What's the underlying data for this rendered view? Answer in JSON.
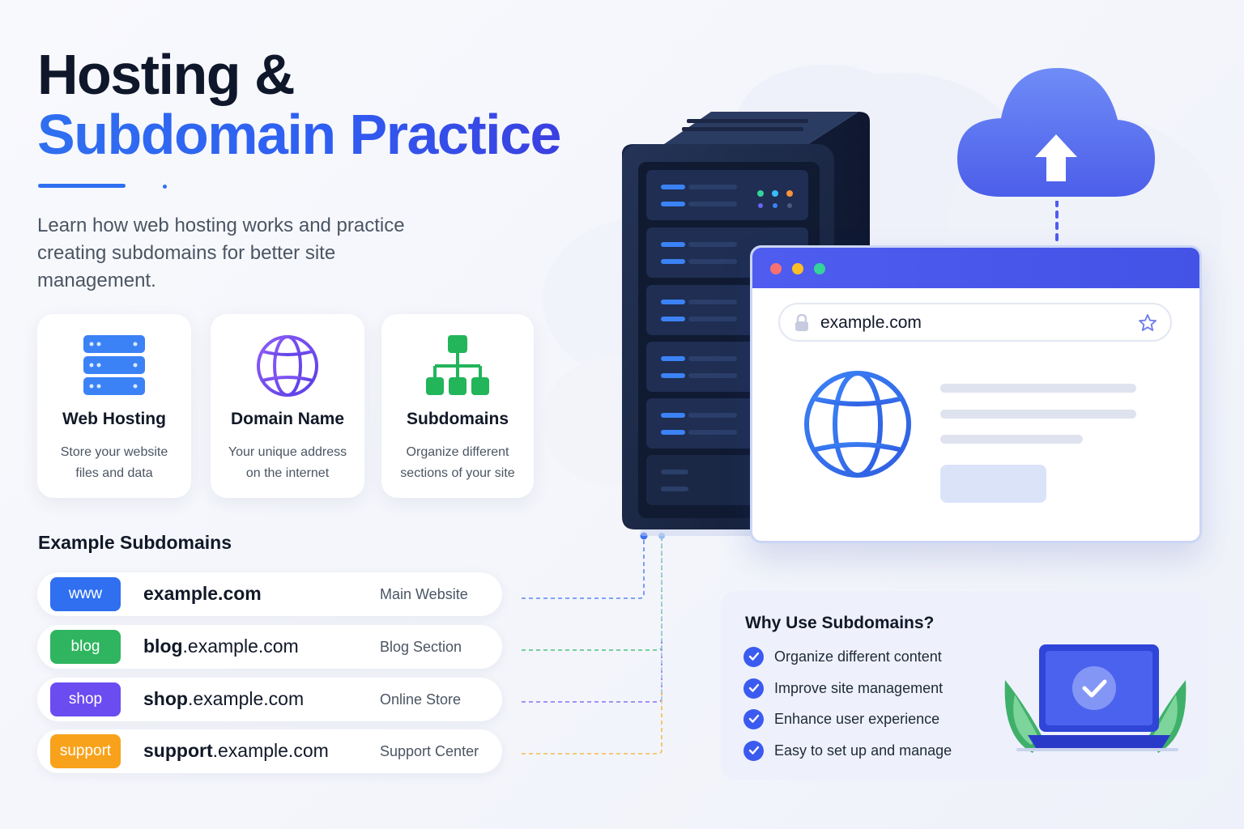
{
  "title": {
    "line1": "Hosting &",
    "line2": "Subdomain Practice"
  },
  "intro": "Learn how web hosting works and practice creating subdomains for better site management.",
  "features": [
    {
      "title": "Web Hosting",
      "line1": "Store your website",
      "line2": "files and data",
      "icon": "server-stack-icon"
    },
    {
      "title": "Domain Name",
      "line1": "Your unique address",
      "line2": "on the internet",
      "icon": "globe-icon"
    },
    {
      "title": "Subdomains",
      "line1": "Organize different",
      "line2": "sections of your site",
      "icon": "hierarchy-icon"
    }
  ],
  "examples": {
    "heading": "Example Subdomains",
    "rows": [
      {
        "tag": "www",
        "bold": "example.com",
        "rest": "",
        "label": "Main Website",
        "color": "#2f6ff0"
      },
      {
        "tag": "blog",
        "bold": "blog",
        "rest": ".example.com",
        "label": "Blog Section",
        "color": "#2fb55f"
      },
      {
        "tag": "shop",
        "bold": "shop",
        "rest": ".example.com",
        "label": "Online Store",
        "color": "#6b4cf0"
      },
      {
        "tag": "support",
        "bold": "support",
        "rest": ".example.com",
        "label": "Support Center",
        "color": "#f8a21b"
      }
    ]
  },
  "browser": {
    "url": "example.com"
  },
  "why": {
    "title": "Why Use Subdomains?",
    "items": [
      "Organize different content",
      "Improve site management",
      "Enhance user experience",
      "Easy to set up and manage"
    ]
  },
  "colors": {
    "accent_blue": "#2f6ff0",
    "indigo": "#4353e6",
    "green": "#2fb55f",
    "purple": "#6b4cf0",
    "orange": "#f8a21b",
    "server_navy": "#1b2844"
  }
}
